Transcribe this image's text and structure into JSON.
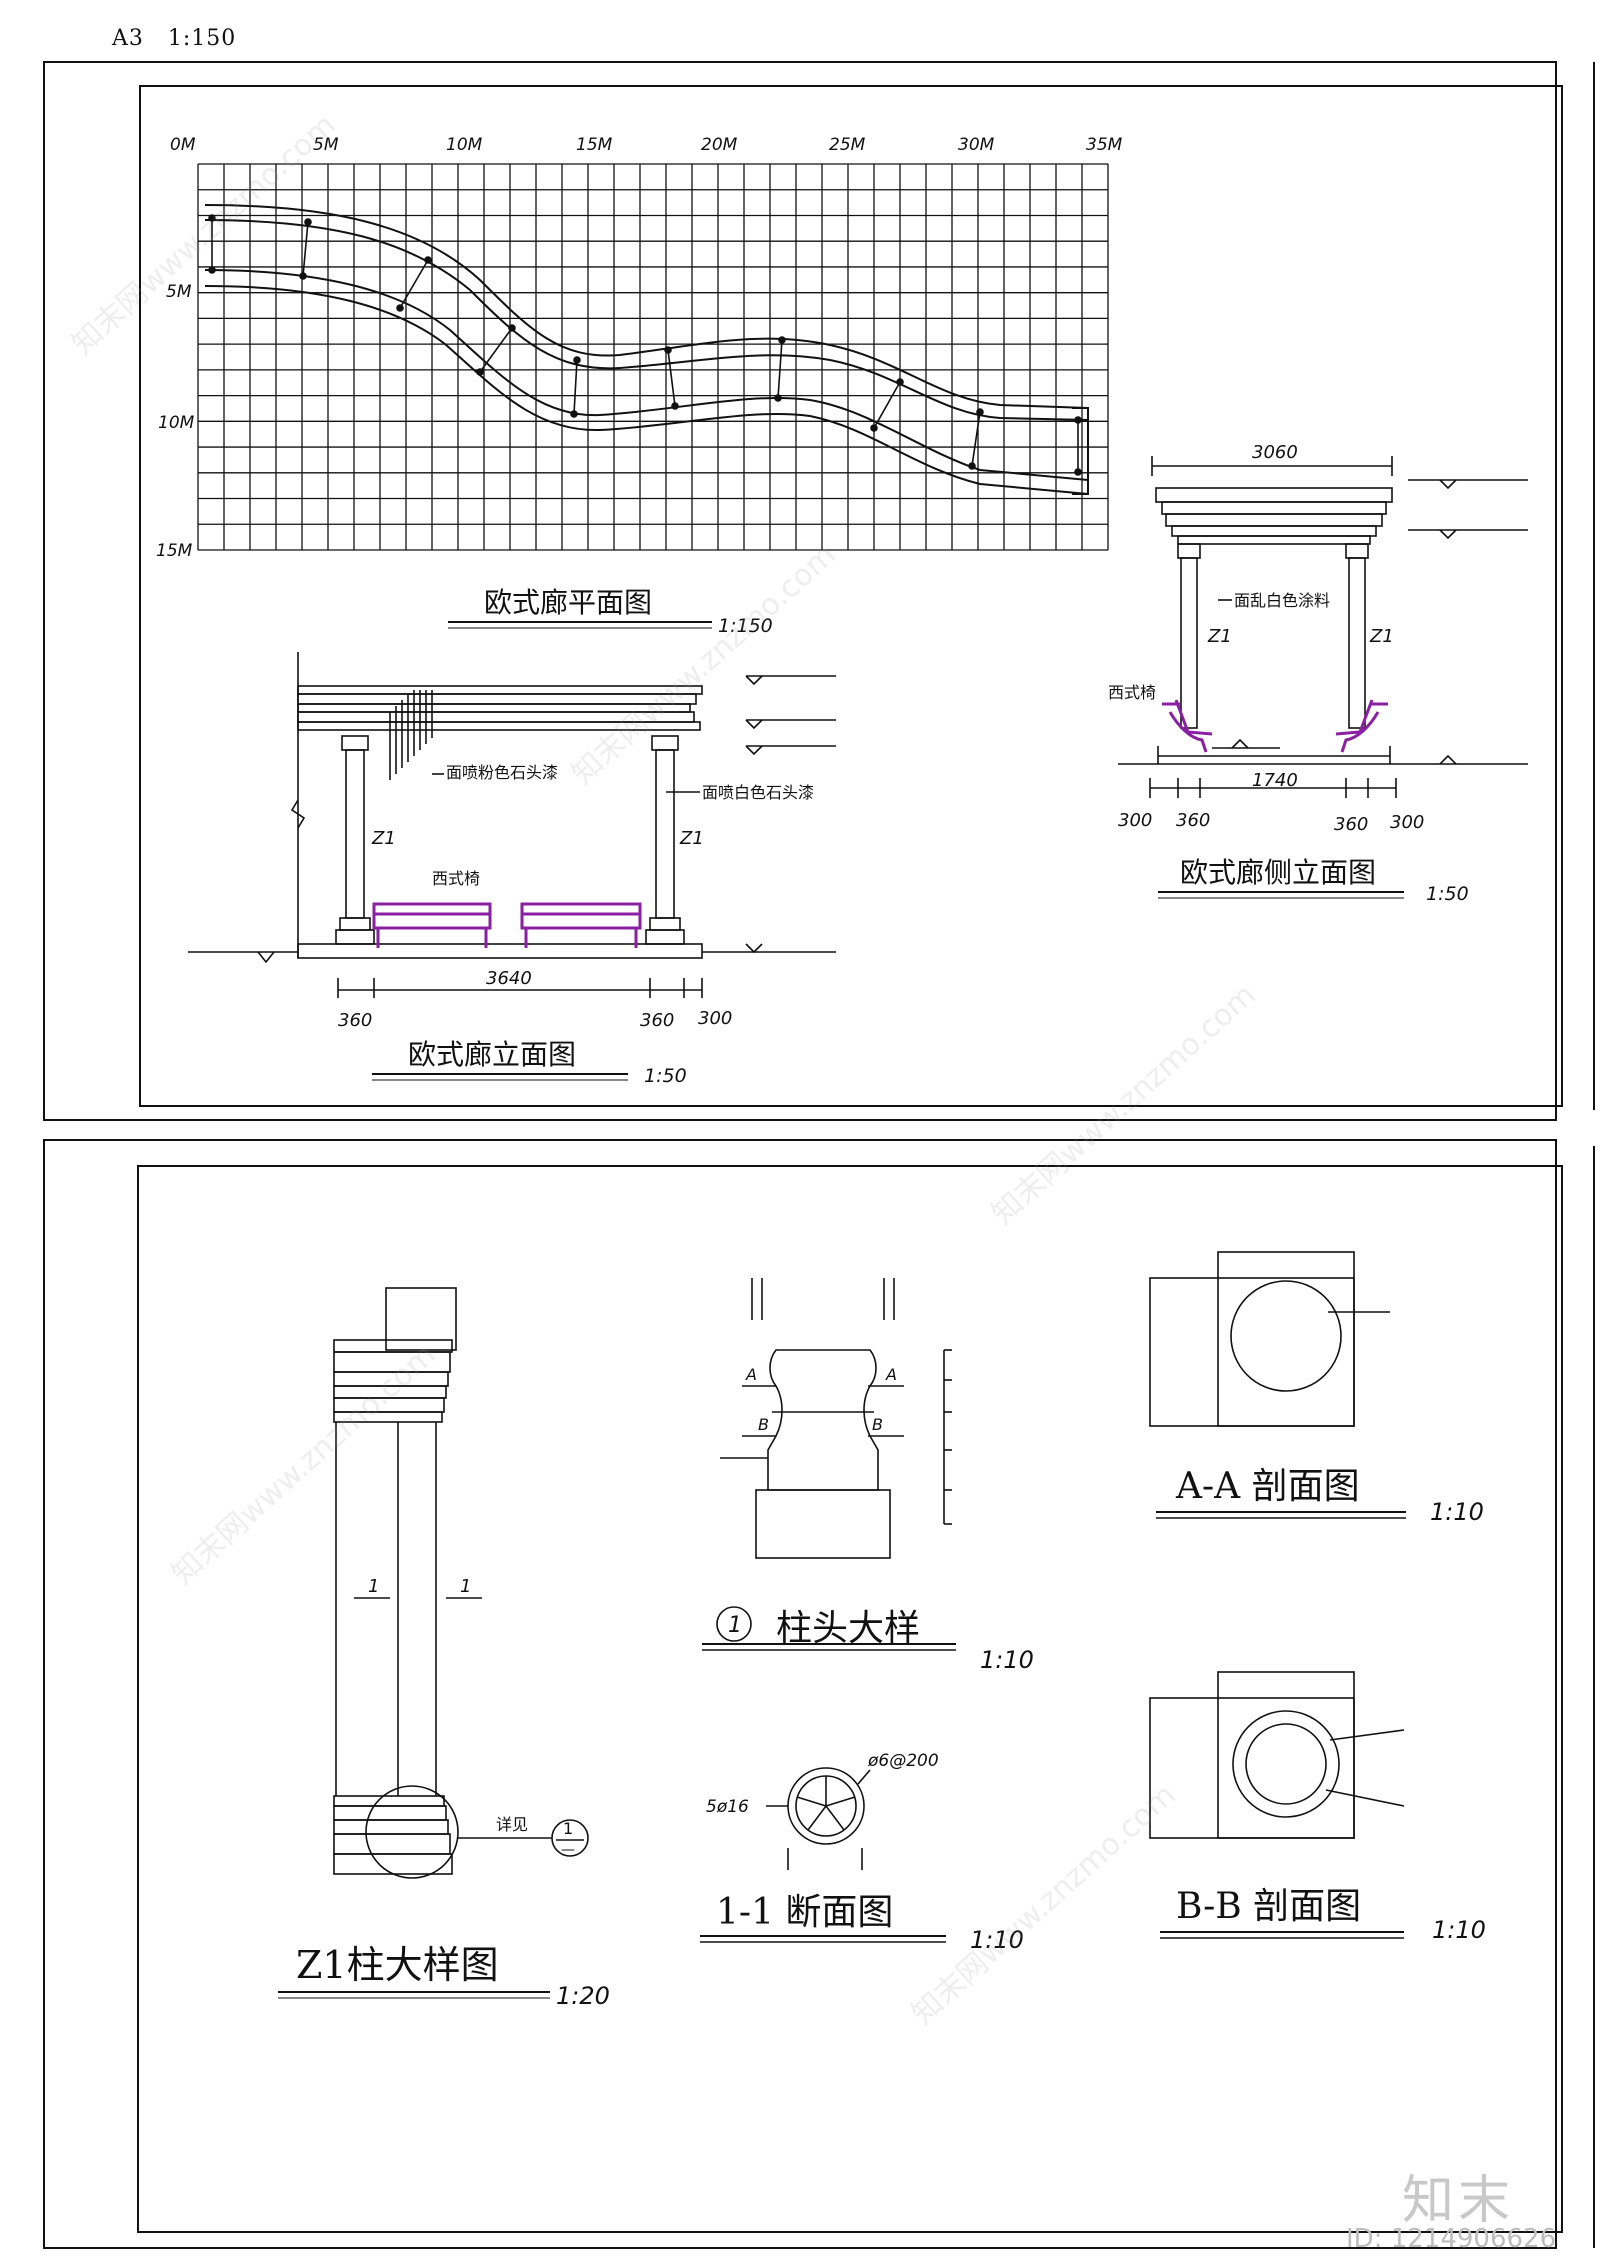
{
  "sheet": {
    "paper_label": "A3",
    "paper_scale": "1:150"
  },
  "plan": {
    "title": "欧式廊平面图",
    "scale": "1:150",
    "x_ticks": [
      "0M",
      "5M",
      "10M",
      "15M",
      "20M",
      "25M",
      "30M",
      "35M"
    ],
    "y_ticks": [
      "5M",
      "10M",
      "15M"
    ]
  },
  "front_elevation": {
    "title": "欧式廊立面图",
    "scale": "1:50",
    "dims": [
      "3640",
      "360",
      "360",
      "300"
    ],
    "note_pink": "面喷粉色石头漆",
    "note_white": "面喷白色石头漆",
    "column_label": "Z1",
    "bench_label": "西式椅"
  },
  "side_elevation": {
    "title": "欧式廊侧立面图",
    "scale": "1:50",
    "top_dim": "3060",
    "bottom_dim": "1740",
    "side_dims": [
      "300",
      "360",
      "360",
      "300"
    ],
    "note": "面乱白色涂料",
    "column_label": "Z1",
    "bench_label": "西式椅"
  },
  "column_detail": {
    "title": "Z1柱大样图",
    "scale": "1:20",
    "section_mark": "1",
    "ref_label": "详见",
    "ref_num": "1",
    "ref_sub": "—"
  },
  "capital_detail": {
    "title": "柱头大样",
    "num": "1",
    "scale": "1:10",
    "cut_a": "A",
    "cut_b": "B"
  },
  "section_11": {
    "title": "1-1 断面图",
    "scale": "1:10",
    "rebar_main": "5ø16",
    "rebar_tie": "ø6@200"
  },
  "section_aa": {
    "title": "A-A 剖面图",
    "scale": "1:10"
  },
  "section_bb": {
    "title": "B-B 剖面图",
    "scale": "1:10"
  },
  "watermark": {
    "logo": "知末",
    "id": "ID: 1214906626",
    "site": "知末网www.znzmo.com"
  },
  "colors": {
    "line": "#111111",
    "bench": "#8a1fa3",
    "watermark": "#c8c8c8"
  }
}
